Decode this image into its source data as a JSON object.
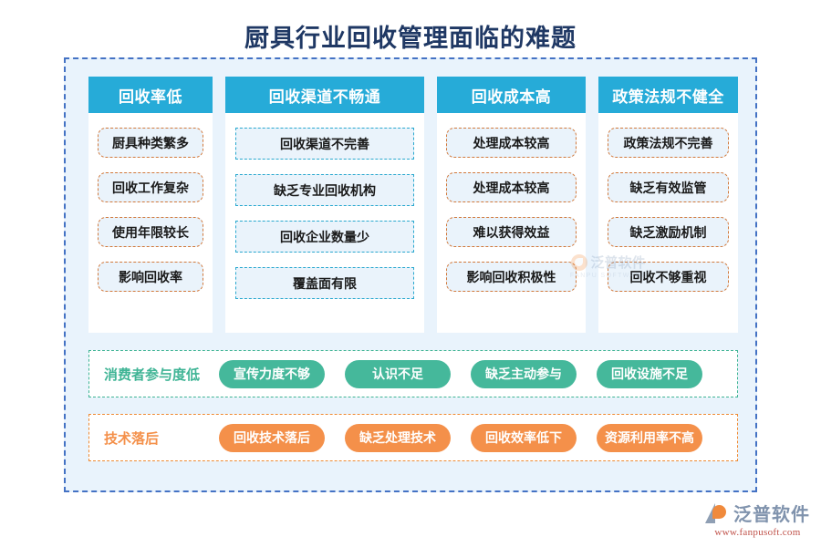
{
  "title": "厨具行业回收管理面临的难题",
  "colors": {
    "title": "#1f3864",
    "outer_border": "#4472c4",
    "outer_bg": "#e9f3fc",
    "header_bg": "#26abd8",
    "item_orange_border": "#d2793b",
    "item_cyan_border": "#29a8cf",
    "item_bg": "#eaf3fb",
    "green": "#45b89b",
    "orange": "#f4904a"
  },
  "columns": [
    {
      "header": "回收率低",
      "style": "orange",
      "items": [
        "厨具种类繁多",
        "回收工作复杂",
        "使用年限较长",
        "影响回收率"
      ]
    },
    {
      "header": "回收渠道不畅通",
      "style": "cyan",
      "items": [
        "回收渠道不完善",
        "缺乏专业回收机构",
        "回收企业数量少",
        "覆盖面有限"
      ]
    },
    {
      "header": "回收成本高",
      "style": "orange",
      "items": [
        "处理成本较高",
        "处理成本较高",
        "难以获得效益",
        "影响回收积极性"
      ]
    },
    {
      "header": "政策法规不健全",
      "style": "orange",
      "items": [
        "政策法规不完善",
        "缺乏有效监管",
        "缺乏激励机制",
        "回收不够重视"
      ]
    }
  ],
  "rows": [
    {
      "label": "消费者参与度低",
      "style": "green",
      "pills": [
        "宣传力度不够",
        "认识不足",
        "缺乏主动参与",
        "回收设施不足"
      ]
    },
    {
      "label": "技术落后",
      "style": "orange",
      "pills": [
        "回收技术落后",
        "缺乏处理技术",
        "回收效率低下",
        "资源利用率不高"
      ]
    }
  ],
  "watermark": {
    "text": "泛普软件",
    "subtext": "FANPU SOFTWARE"
  },
  "logo": {
    "text": "泛普软件",
    "url": "www.fanpusoft.com"
  }
}
